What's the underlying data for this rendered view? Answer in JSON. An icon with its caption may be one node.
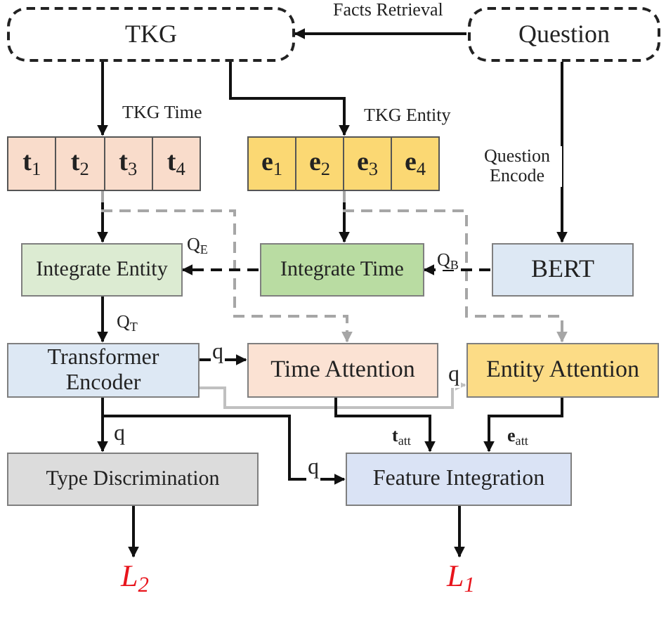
{
  "diagram": {
    "nodes": [
      {
        "text": [
          "TKG"
        ]
      },
      {
        "text": [
          "Question"
        ]
      },
      {
        "text": [
          "**t**$_{1}$",
          "**t**$_{2}$",
          "**t**$_{3}$",
          "**t**$_{4}$"
        ]
      },
      {
        "text": [
          "**e**$_{1}$",
          "**e**$_{2}$",
          "**e**$_{3}$",
          "**e**$_{4}$"
        ]
      },
      {
        "text": [
          "Integrate Entity"
        ]
      },
      {
        "text": [
          "Integrate Time"
        ]
      },
      {
        "text": [
          "BERT"
        ]
      },
      {
        "text": [
          "Transformer Encoder"
        ]
      },
      {
        "text": [
          "Time Attention"
        ]
      },
      {
        "text": [
          "Entity Attention"
        ]
      },
      {
        "text": [
          "Type Discrimination"
        ]
      },
      {
        "text": [
          "Feature Integration"
        ]
      },
      {
        "text": [
          "L$_{2}$"
        ]
      },
      {
        "text": [
          "L$_{1}$"
        ]
      }
    ],
    "edges": [
      {
        "from": 1,
        "to": 0,
        "arrow": "to",
        "label": "Facts Retrieval"
      },
      {
        "from": 0,
        "to": 2,
        "arrow": "to",
        "label": "TKG Time"
      },
      {
        "from": 0,
        "to": 3,
        "arrow": "to",
        "label": "TKG Entity"
      },
      {
        "from": 1,
        "to": 6,
        "arrow": "to",
        "label": "Question Encode"
      },
      {
        "from": 2,
        "to": 4,
        "arrow": "to"
      },
      {
        "from": 3,
        "to": 5,
        "arrow": "to"
      },
      {
        "from": 2,
        "to": 8,
        "arrow": "to",
        "style": "dashed",
        "color": "#a6a6a6"
      },
      {
        "from": 3,
        "to": 9,
        "arrow": "to",
        "style": "dashed",
        "color": "#a6a6a6"
      },
      {
        "from": 6,
        "to": 5,
        "arrow": "to",
        "style": "dashed",
        "label": "Q$_{B}$"
      },
      {
        "from": 5,
        "to": 4,
        "arrow": "to",
        "style": "dashed",
        "label": "Q$_{E}$"
      },
      {
        "from": 4,
        "to": 7,
        "arrow": "to",
        "label": "Q$_{T}$"
      },
      {
        "from": 7,
        "to": 8,
        "arrow": "to",
        "label": "q"
      },
      {
        "from": 7,
        "to": 9,
        "arrow": "to",
        "label": "q",
        "color": "#c0c0c0"
      },
      {
        "from": 7,
        "to": 10,
        "arrow": "to",
        "label": "q"
      },
      {
        "from": 7,
        "to": 11,
        "arrow": "to",
        "label": "q"
      },
      {
        "from": 8,
        "to": 11,
        "arrow": "to",
        "label": "**t**$_{att}$"
      },
      {
        "from": 9,
        "to": 11,
        "arrow": "to",
        "label": "**e**$_{att}$"
      },
      {
        "from": 10,
        "to": 12,
        "arrow": "to"
      },
      {
        "from": 11,
        "to": 13,
        "arrow": "to"
      }
    ]
  }
}
